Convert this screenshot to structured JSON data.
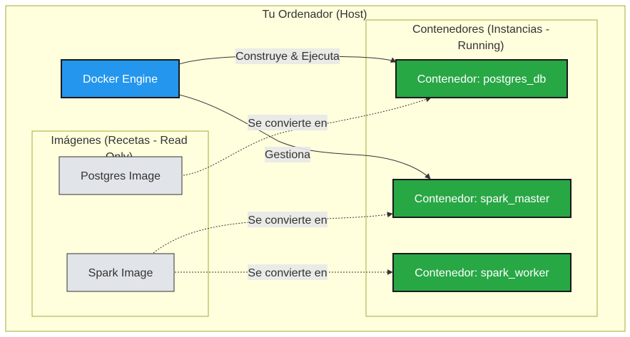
{
  "clusters": {
    "host": {
      "label": "Tu Ordenador (Host)"
    },
    "containers": {
      "label_line1": "Contenedores (Instancias -",
      "label_line2": "Running)"
    },
    "images": {
      "label_line1": "Imágenes (Recetas - Read",
      "label_line2": "Only)"
    }
  },
  "nodes": {
    "docker_engine": {
      "label": "Docker Engine"
    },
    "postgres_image": {
      "label": "Postgres Image"
    },
    "spark_image": {
      "label": "Spark Image"
    },
    "postgres_db": {
      "label": "Contenedor: postgres_db"
    },
    "spark_master": {
      "label": "Contenedor: spark_master"
    },
    "spark_worker": {
      "label": "Contenedor: spark_worker"
    }
  },
  "edges": {
    "builds": {
      "label": "Construye & Ejecuta"
    },
    "manages": {
      "label": "Gestiona"
    },
    "pg_becomes": {
      "label": "Se convierte en"
    },
    "spark_master_becomes": {
      "label": "Se convierte en"
    },
    "spark_worker_becomes": {
      "label": "Se convierte en"
    }
  },
  "colors": {
    "engine_fill": "#2496ed",
    "container_fill": "#28a745",
    "image_fill": "#e1e4e8",
    "cluster_fill": "#ffffde",
    "cluster_stroke": "#aaaa33"
  }
}
